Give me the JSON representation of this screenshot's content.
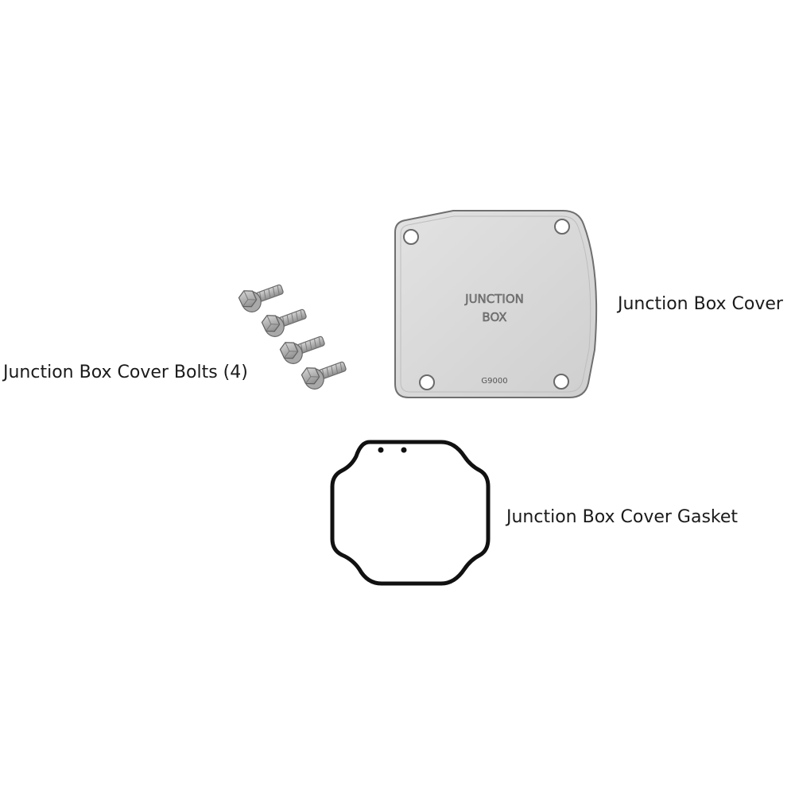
{
  "labels": {
    "cover": "Junction Box Cover",
    "bolts": "Junction Box Cover Bolts (4)",
    "gasket": "Junction Box Cover Gasket"
  },
  "cover_plate": {
    "line1": "JUNCTION",
    "line2": "BOX",
    "part_number": "G9000",
    "fill_color": "#d9d9d9",
    "edge_color": "#6f6f6f"
  },
  "gasket": {
    "stroke_color": "#111111"
  },
  "bolts": {
    "count": 4,
    "fill_color": "#b5b5b5"
  }
}
